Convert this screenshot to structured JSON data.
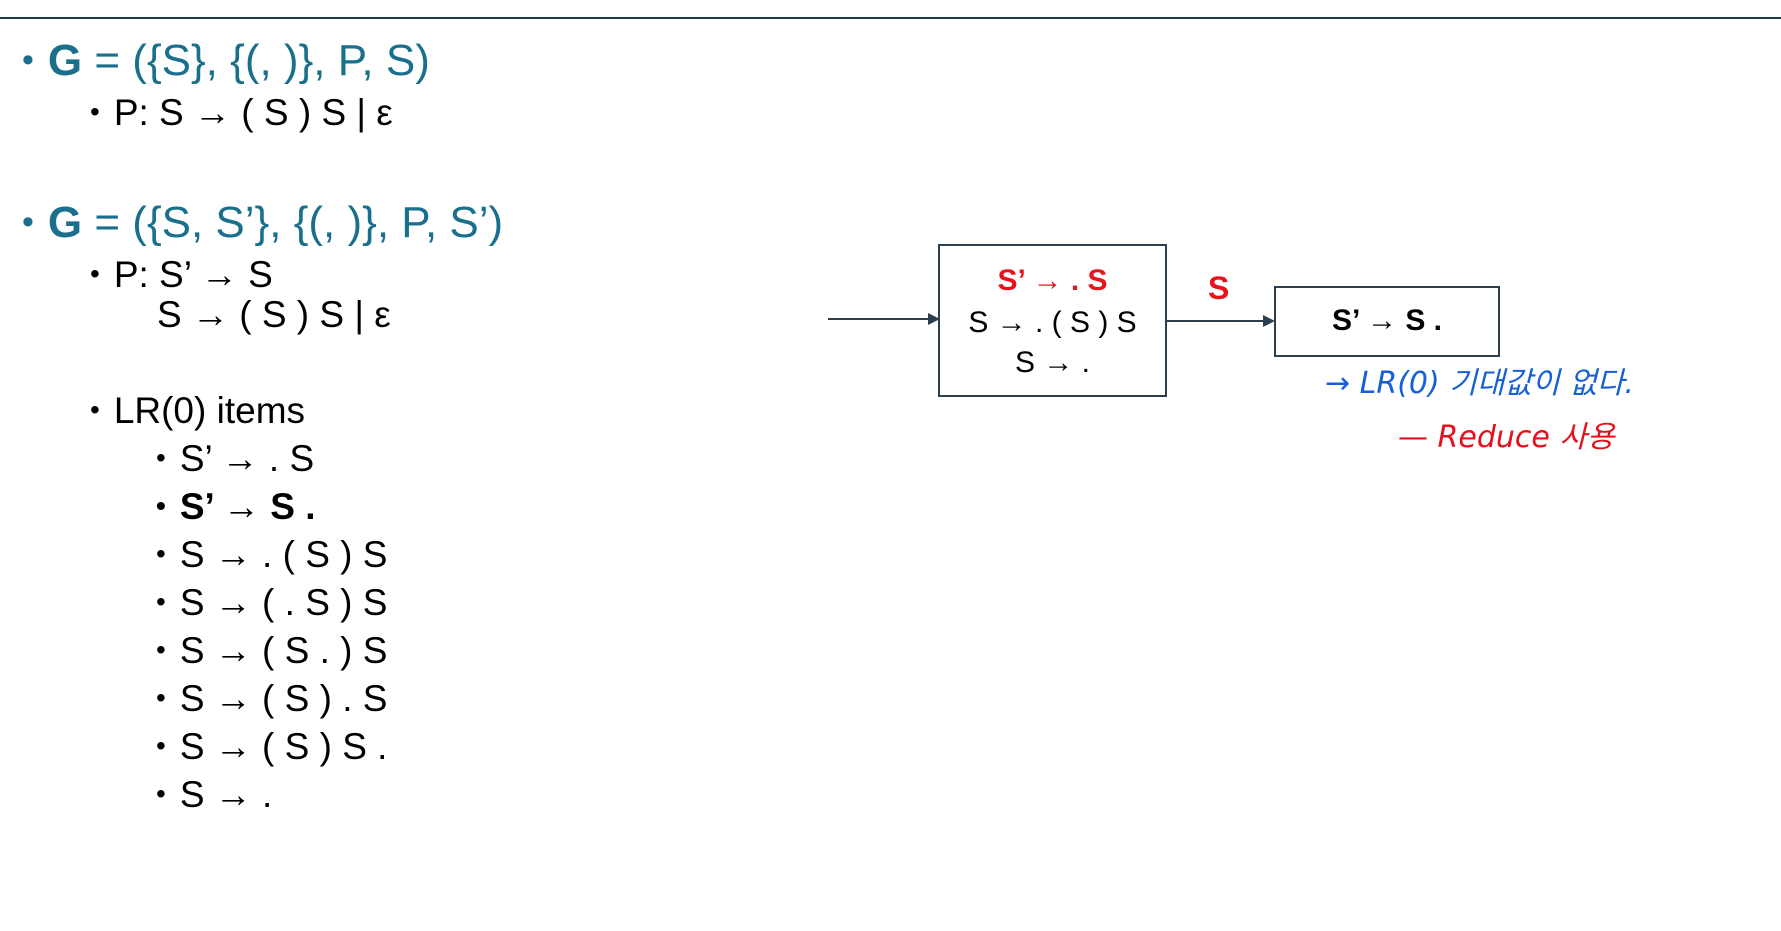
{
  "grammar1": {
    "g_letter": "G",
    "g_rest": " = ({S}, {(, )}, P, S)",
    "productions": "P: S → ( S ) S | ε"
  },
  "grammar2": {
    "g_letter": "G",
    "g_rest": " = ({S, S’}, {(, )}, P, S’)",
    "production_line1": "P: S’ → S",
    "production_line2": "S → ( S ) S | ε"
  },
  "items": {
    "heading": "LR(0) items",
    "list": [
      "S’ → . S",
      "S’ → S .",
      "S → . ( S ) S",
      "S → ( . S ) S",
      "S → ( S . ) S",
      "S → ( S ) . S",
      "S → ( S ) S .",
      "S → ."
    ]
  },
  "diagram": {
    "state0": {
      "kernel": "S’ → . S",
      "closure": [
        "S → . ( S ) S",
        "S → ."
      ]
    },
    "transition_label": "S",
    "state1": {
      "item": "S’ → S ."
    },
    "notes": {
      "blue": "→ LR(0) 기대값이 없다.",
      "red": "— Reduce 사용"
    }
  }
}
